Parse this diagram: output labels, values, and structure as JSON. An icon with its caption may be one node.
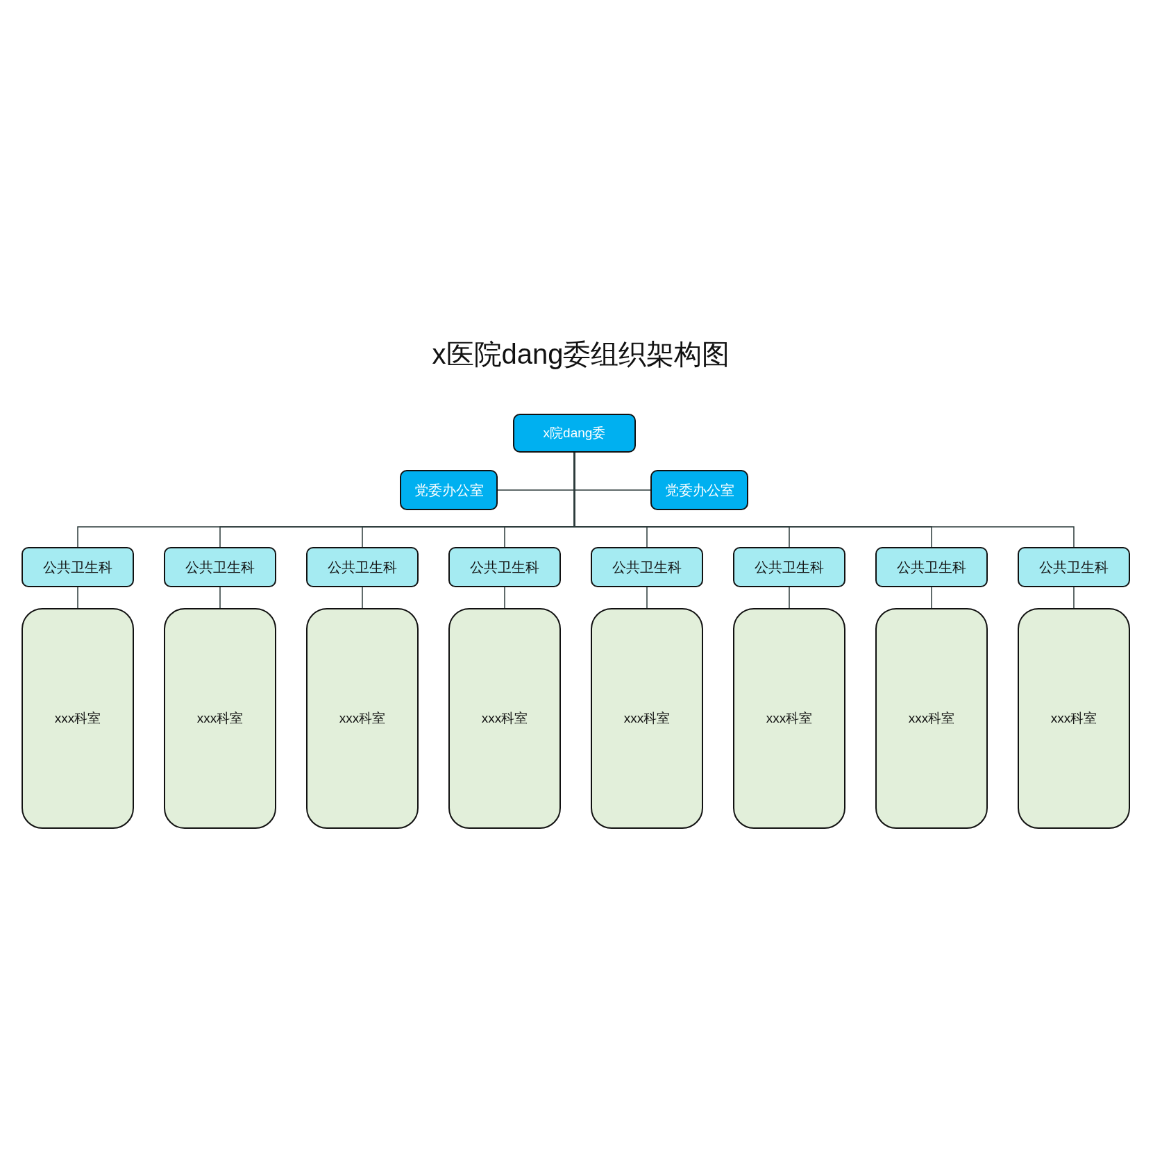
{
  "diagram": {
    "title": "x医院dang委组织架构图",
    "nodes": [
      {
        "text": [
          "x院dang委"
        ]
      },
      {
        "text": [
          "党委办公室"
        ]
      },
      {
        "text": [
          "党委办公室"
        ]
      },
      {
        "text": [
          "公共卫生科"
        ]
      },
      {
        "text": [
          "公共卫生科"
        ]
      },
      {
        "text": [
          "公共卫生科"
        ]
      },
      {
        "text": [
          "公共卫生科"
        ]
      },
      {
        "text": [
          "公共卫生科"
        ]
      },
      {
        "text": [
          "公共卫生科"
        ]
      },
      {
        "text": [
          "公共卫生科"
        ]
      },
      {
        "text": [
          "公共卫生科"
        ]
      },
      {
        "text": [
          "xxx科室"
        ]
      },
      {
        "text": [
          "xxx科室"
        ]
      },
      {
        "text": [
          "xxx科室"
        ]
      },
      {
        "text": [
          "xxx科室"
        ]
      },
      {
        "text": [
          "xxx科室"
        ]
      },
      {
        "text": [
          "xxx科室"
        ]
      },
      {
        "text": [
          "xxx科室"
        ]
      },
      {
        "text": [
          "xxx科室"
        ]
      }
    ],
    "edges": [
      {
        "from": 0,
        "to": 1,
        "arrow": "none"
      },
      {
        "from": 0,
        "to": 2,
        "arrow": "none"
      },
      {
        "from": 0,
        "to": 3,
        "arrow": "none"
      },
      {
        "from": 0,
        "to": 4,
        "arrow": "none"
      },
      {
        "from": 0,
        "to": 5,
        "arrow": "none"
      },
      {
        "from": 0,
        "to": 6,
        "arrow": "none"
      },
      {
        "from": 0,
        "to": 7,
        "arrow": "none"
      },
      {
        "from": 0,
        "to": 8,
        "arrow": "none"
      },
      {
        "from": 0,
        "to": 9,
        "arrow": "none"
      },
      {
        "from": 0,
        "to": 10,
        "arrow": "none"
      },
      {
        "from": 3,
        "to": 11,
        "arrow": "none"
      },
      {
        "from": 4,
        "to": 12,
        "arrow": "none"
      },
      {
        "from": 5,
        "to": 13,
        "arrow": "none"
      },
      {
        "from": 6,
        "to": 14,
        "arrow": "none"
      },
      {
        "from": 7,
        "to": 15,
        "arrow": "none"
      },
      {
        "from": 8,
        "to": 16,
        "arrow": "none"
      },
      {
        "from": 9,
        "to": 17,
        "arrow": "none"
      },
      {
        "from": 10,
        "to": 18,
        "arrow": "none"
      }
    ]
  }
}
